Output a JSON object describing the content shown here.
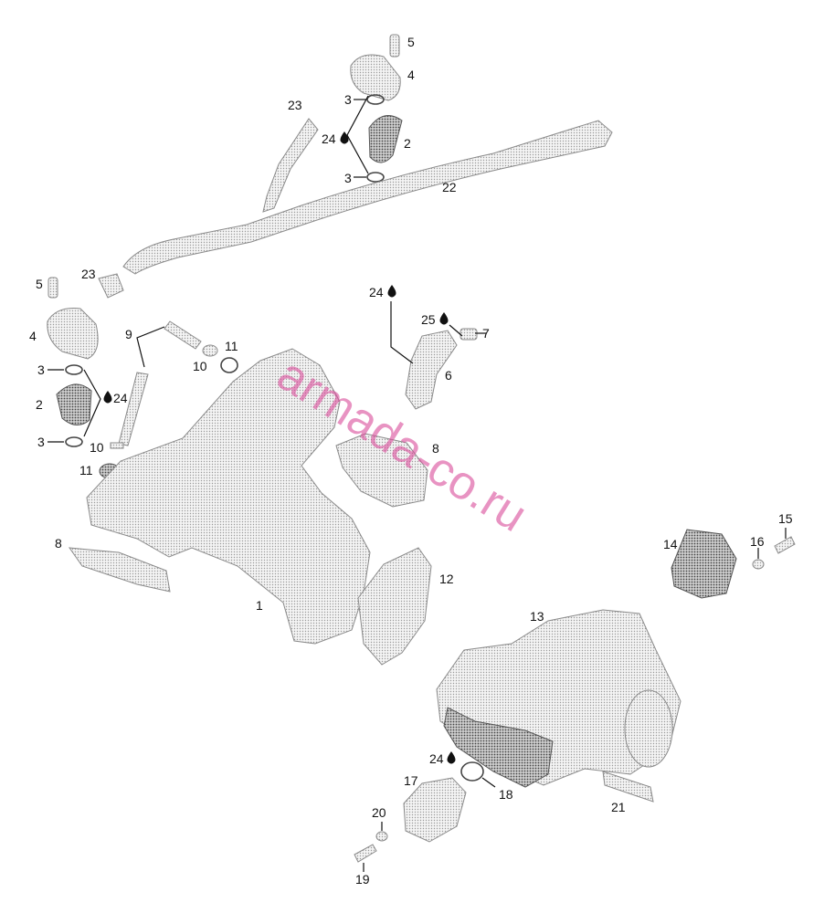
{
  "watermark": "armada-co.ru",
  "colors": {
    "watermark": "#d94b9a",
    "ink": "#111111",
    "part_shading": "#888888"
  },
  "callouts": [
    {
      "id": "c5a",
      "text": "5"
    },
    {
      "id": "c4a",
      "text": "4"
    },
    {
      "id": "c3a",
      "text": "3"
    },
    {
      "id": "c23a",
      "text": "23"
    },
    {
      "id": "c24a",
      "text": "24"
    },
    {
      "id": "c2a",
      "text": "2"
    },
    {
      "id": "c3b",
      "text": "3"
    },
    {
      "id": "c22",
      "text": "22"
    },
    {
      "id": "c5b",
      "text": "5"
    },
    {
      "id": "c23b",
      "text": "23"
    },
    {
      "id": "c24b",
      "text": "24"
    },
    {
      "id": "c25",
      "text": "25"
    },
    {
      "id": "c7",
      "text": "7"
    },
    {
      "id": "c4b",
      "text": "4"
    },
    {
      "id": "c9",
      "text": "9"
    },
    {
      "id": "c11a",
      "text": "11"
    },
    {
      "id": "c10a",
      "text": "10"
    },
    {
      "id": "c6",
      "text": "6"
    },
    {
      "id": "c3c",
      "text": "3"
    },
    {
      "id": "c2b",
      "text": "2"
    },
    {
      "id": "c24c",
      "text": "24"
    },
    {
      "id": "c3d",
      "text": "3"
    },
    {
      "id": "c10b",
      "text": "10"
    },
    {
      "id": "c8a",
      "text": "8"
    },
    {
      "id": "c11b",
      "text": "11"
    },
    {
      "id": "c15",
      "text": "15"
    },
    {
      "id": "c8b",
      "text": "8"
    },
    {
      "id": "c14",
      "text": "14"
    },
    {
      "id": "c16",
      "text": "16"
    },
    {
      "id": "c12",
      "text": "12"
    },
    {
      "id": "c1",
      "text": "1"
    },
    {
      "id": "c13",
      "text": "13"
    },
    {
      "id": "c24d",
      "text": "24"
    },
    {
      "id": "c17",
      "text": "17"
    },
    {
      "id": "c18",
      "text": "18"
    },
    {
      "id": "c21",
      "text": "21"
    },
    {
      "id": "c20",
      "text": "20"
    },
    {
      "id": "c19",
      "text": "19"
    }
  ]
}
